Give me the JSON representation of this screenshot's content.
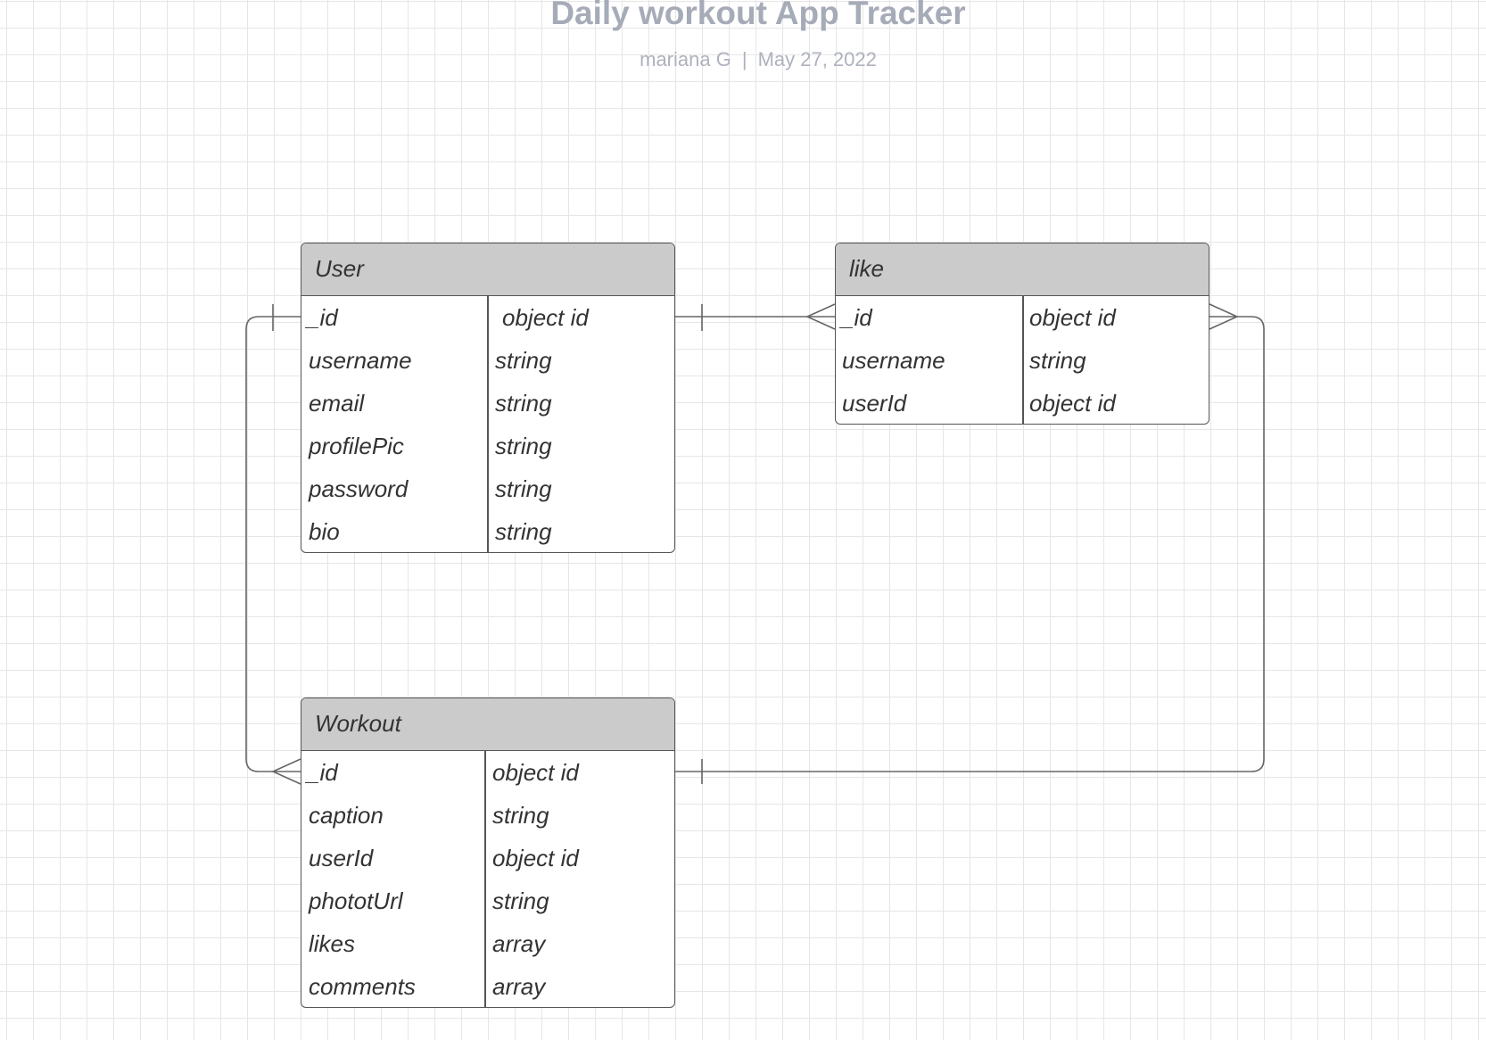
{
  "header": {
    "title": "Daily workout App Tracker",
    "author": "mariana G",
    "separator": "|",
    "date": "May 27, 2022"
  },
  "entities": {
    "user": {
      "name": "User",
      "fields": [
        {
          "name": "_id",
          "type": "object id"
        },
        {
          "name": "username",
          "type": "string"
        },
        {
          "name": "email",
          "type": "string"
        },
        {
          "name": "profilePic",
          "type": "string"
        },
        {
          "name": "password",
          "type": "string"
        },
        {
          "name": "bio",
          "type": "string"
        }
      ]
    },
    "like": {
      "name": "like",
      "fields": [
        {
          "name": "_id",
          "type": "object id"
        },
        {
          "name": "username",
          "type": "string"
        },
        {
          "name": "userId",
          "type": "object id"
        }
      ]
    },
    "workout": {
      "name": "Workout",
      "fields": [
        {
          "name": "_id",
          "type": "object id"
        },
        {
          "name": "caption",
          "type": "string"
        },
        {
          "name": "userId",
          "type": "object id"
        },
        {
          "name": "phototUrl",
          "type": "string"
        },
        {
          "name": "likes",
          "type": "array"
        },
        {
          "name": "comments",
          "type": "array"
        }
      ]
    }
  },
  "relationships": [
    {
      "from": "User._id",
      "from_cardinality": "one",
      "to": "like._id",
      "to_cardinality": "many"
    },
    {
      "from": "User._id",
      "from_cardinality": "one",
      "to": "Workout._id",
      "to_cardinality": "many"
    },
    {
      "from": "Workout._id",
      "from_cardinality": "one",
      "to": "like._id",
      "to_cardinality": "many"
    }
  ],
  "colors": {
    "header_fill": "#cbcbcb",
    "border": "#555555",
    "connector": "#666666",
    "title_text": "#a6abb8"
  }
}
